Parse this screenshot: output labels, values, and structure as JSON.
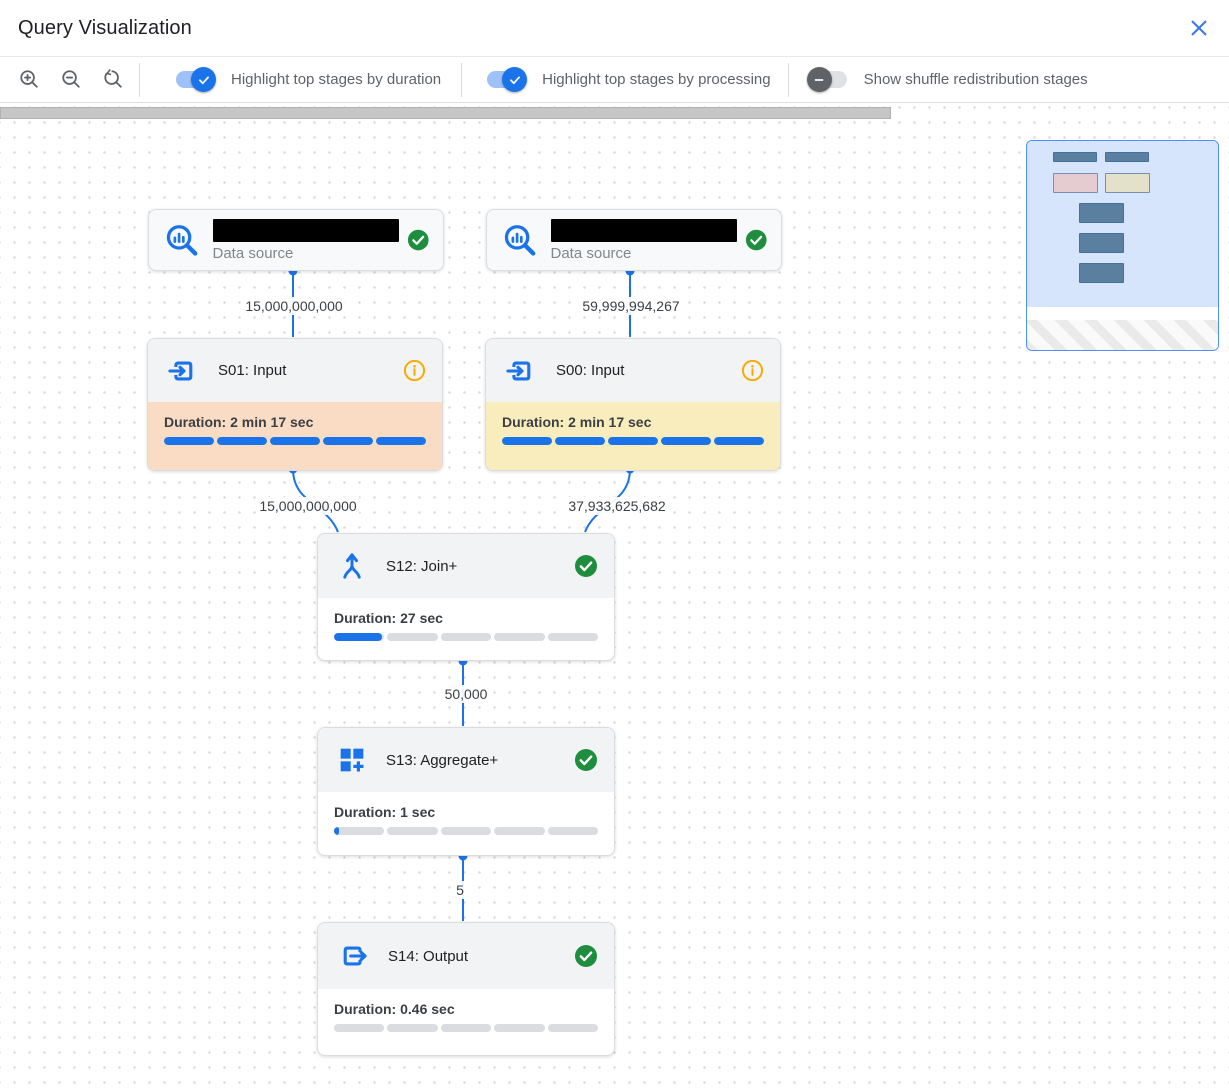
{
  "header": {
    "title": "Query Visualization",
    "close_icon": "close-x"
  },
  "toolbar": {
    "icons": [
      "zoom-in",
      "zoom-out",
      "zoom-reset"
    ],
    "toggles": [
      {
        "label": "Highlight top stages by duration",
        "state": "on"
      },
      {
        "label": "Highlight top stages by processing",
        "state": "on"
      },
      {
        "label": "Show shuffle redistribution stages",
        "state": "off"
      }
    ]
  },
  "graph": {
    "nodes": [
      {
        "id": "ds1",
        "type": "data-source",
        "label": "Data source",
        "status": "success",
        "name_redacted": true
      },
      {
        "id": "ds2",
        "type": "data-source",
        "label": "Data source",
        "status": "success",
        "name_redacted": true
      },
      {
        "id": "s01",
        "title": "S01: Input",
        "duration_label": "Duration: 2 min 17 sec",
        "progress_pct": 100,
        "highlight": "duration",
        "status_icon": "info"
      },
      {
        "id": "s00",
        "title": "S00: Input",
        "duration_label": "Duration: 2 min 17 sec",
        "progress_pct": 100,
        "highlight": "processing",
        "status_icon": "info"
      },
      {
        "id": "s12",
        "title": "S12: Join+",
        "duration_label": "Duration: 27 sec",
        "progress_pct": 19,
        "highlight": "none",
        "status_icon": "success"
      },
      {
        "id": "s13",
        "title": "S13: Aggregate+",
        "duration_label": "Duration: 1 sec",
        "progress_pct": 2,
        "highlight": "none",
        "status_icon": "success"
      },
      {
        "id": "s14",
        "title": "S14: Output",
        "duration_label": "Duration: 0.46 sec",
        "progress_pct": 0,
        "highlight": "none",
        "status_icon": "success"
      }
    ],
    "edges": [
      {
        "from": "ds1",
        "to": "s01",
        "rows": "15,000,000,000"
      },
      {
        "from": "ds2",
        "to": "s00",
        "rows": "59,999,994,267"
      },
      {
        "from": "s01",
        "to": "s12",
        "rows": "15,000,000,000"
      },
      {
        "from": "s00",
        "to": "s12",
        "rows": "37,933,625,682"
      },
      {
        "from": "s12",
        "to": "s13",
        "rows": "50,000"
      },
      {
        "from": "s13",
        "to": "s14",
        "rows": "5"
      }
    ]
  },
  "colors": {
    "accent_blue": "#1a73e8",
    "highlight_duration": "#fadcc4",
    "highlight_processing": "#f9edbe",
    "success_green": "#1e8e3e",
    "info_orange": "#f9ab00",
    "minimap_border": "#4d90fe"
  }
}
